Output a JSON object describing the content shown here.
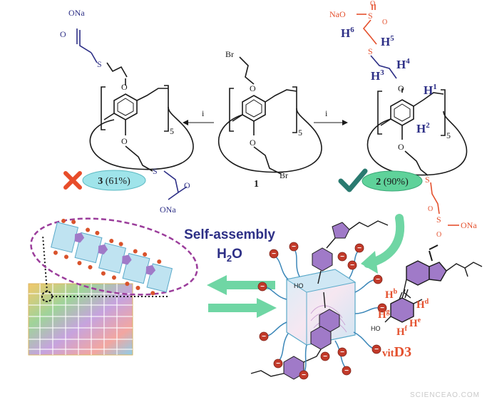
{
  "colors": {
    "navy": "#2d2f86",
    "orange": "#e4502d",
    "black": "#1a1a1a",
    "pill": "#9fe4ea",
    "green": "#5fd29a",
    "purple": "#a07ac8",
    "red": "#c23a2a",
    "check": "#2a7a70",
    "cross": "#e84d2a"
  },
  "icons": {
    "cross": "cross-icon",
    "check": "checkmark-icon"
  },
  "labels": {
    "onaNavy": "ONa",
    "s": "S",
    "o": "O",
    "br": "Br",
    "five": "5",
    "reagent": "i",
    "compound1": "1",
    "naO": "NaO",
    "onaOrange": "ONa",
    "h1": "H",
    "h1sup": "1",
    "h2": "H",
    "h2sup": "2",
    "h3": "H",
    "h3sup": "3",
    "h4": "H",
    "h4sup": "4",
    "h5": "H",
    "h5sup": "5",
    "h6": "H",
    "h6sup": "6",
    "product3Num": "3",
    "product3Yield": " (61%)",
    "product2Num": "2",
    "product2Yield": " (90%)",
    "selfAssembly": "Self-assembly",
    "water": "H",
    "waterSub": "2",
    "waterO": "O",
    "hb": "H",
    "hbSup": "b",
    "hd": "H",
    "hdSup": "d",
    "hg": "H",
    "hgSup": "g",
    "he": "H",
    "heSup": "e",
    "hf": "H",
    "hfSup": "f",
    "ho": "HO",
    "vit": "vit",
    "d3": "D3",
    "minus": "−",
    "watermark": "SCIENCEAO.COM"
  }
}
